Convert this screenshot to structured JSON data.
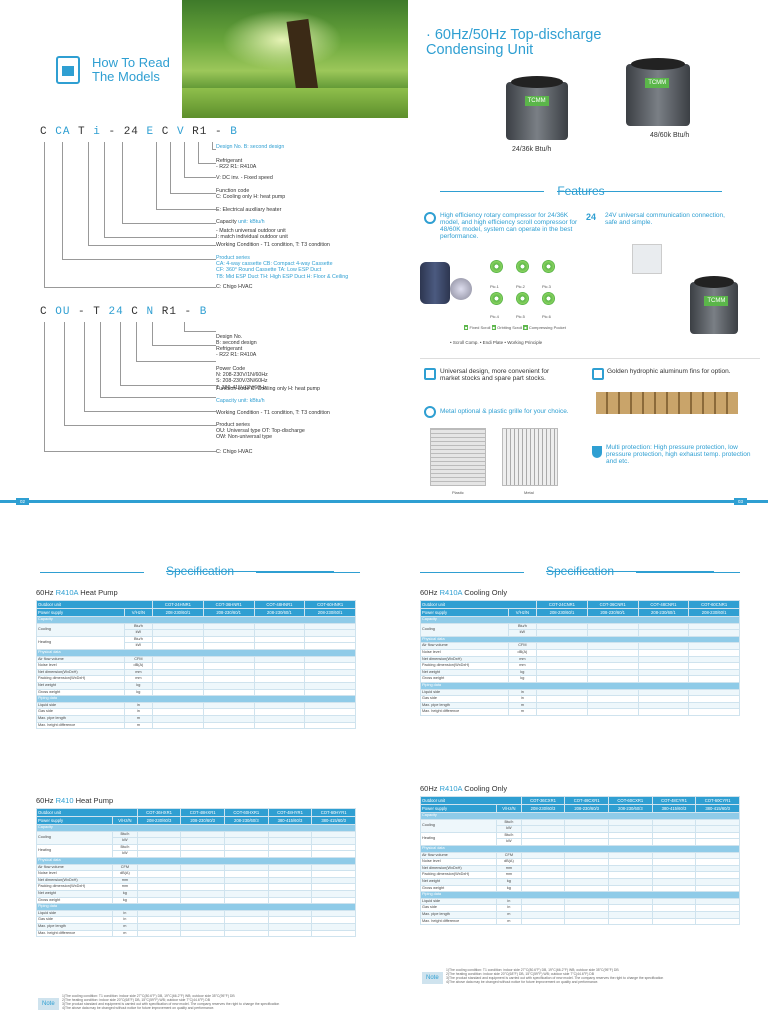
{
  "header": {
    "how_to_read": "How To Read\nThe Models",
    "title": "· 60Hz/50Hz Top-discharge\nCondensing Unit",
    "unit_small": "24/36k Btu/h",
    "unit_big": "48/60k Btu/h",
    "features_heading": "Features",
    "spec_heading": "Specification",
    "unit_logo": "TCMM"
  },
  "colors": {
    "accent": "#2f9fd2",
    "green": "#5bb64a"
  },
  "model1": {
    "code": [
      "C",
      "CA",
      "T",
      "i",
      "-",
      "24",
      "E",
      "C",
      "V",
      "R1",
      "-",
      "B"
    ],
    "items": [
      {
        "t": "Design No.",
        "d": "B: second design"
      },
      {
        "t": "Refrigerant",
        "d": "- R22   R1: R410A"
      },
      {
        "t": "",
        "d": "V: DC inv.    - Fixed speed"
      },
      {
        "t": "Function code",
        "d": "C: Cooling only  H: heat pump"
      },
      {
        "t": "",
        "d": "E: Electrical auxiliary heater"
      },
      {
        "t": "Capacity",
        "d": "unit: kBtu/h"
      },
      {
        "t": "",
        "d": "- Match universal outdoor unit\nI: match individual outdoor unit"
      },
      {
        "t": "Working Condition",
        "d": "- T1 condition, T: T3 condition"
      },
      {
        "t": "Product series",
        "d": "CA: 4-way cassette  CB: Compact 4-way Cassette\nCF: 360° Round Cassette  TA: Low ESP Duct\nTB: Mid ESP Duct  TH: High ESP Duct  H: Floor & Ceiling"
      },
      {
        "t": "",
        "d": "C: Chigo HVAC"
      }
    ]
  },
  "model2": {
    "code": [
      "C",
      "OU",
      "-",
      "T",
      "24",
      "C",
      "N",
      "R1",
      "-",
      "B"
    ],
    "items": [
      {
        "t": "Design No.",
        "d": "B: second design"
      },
      {
        "t": "Refrigerant",
        "d": "- R22   R1: R410A"
      },
      {
        "t": "Power Code",
        "d": "N: 208-230V/1N/60Hz\nS: 208-230V/3N/60Hz\nT: 380-415V/3N/60Hz"
      },
      {
        "t": "Function code",
        "d": "C: Cooling only  H: heat pump"
      },
      {
        "t": "Capacity",
        "d": "unit: kBtu/h"
      },
      {
        "t": "Working Condition",
        "d": "- T1 condition, T: T3 condition"
      },
      {
        "t": "Product series",
        "d": "OU: Universal type  OT: Top-discharge\nOW: Non-universal type"
      },
      {
        "t": "",
        "d": "C: Chigo HVAC"
      }
    ]
  },
  "features": [
    {
      "text": "High efficiency rotary compressor for 24/36K model, and high efficiency scroll compressor for 48/60K model, system can operate in the best performance."
    },
    {
      "text": "24V universal communication connection, safe and simple."
    },
    {
      "text": "Universal design, more convenient for market stocks and spare part stocks."
    },
    {
      "text": "Golden hydrophic aluminum fins for option."
    },
    {
      "text": "Metal optional & plastic grille for your choice."
    },
    {
      "text": "Multi protection: High pressure protection, low pressure protection, high exhaust temp. protection and etc."
    }
  ],
  "scroll": {
    "pics": [
      "Pic.1",
      "Pic.2",
      "Pic.3",
      "Pic.4",
      "Pic.5",
      "Pic.6"
    ],
    "legend": [
      "Fixed Scroll",
      "Orbiting Scroll",
      "Compressing Pocket"
    ],
    "caption": "• Scroll Comp.  • Endi Plate  • Working Principle"
  },
  "grille": {
    "plastic": "Plastic",
    "metal": "Metal"
  },
  "pages": {
    "left": "02",
    "right": "03"
  },
  "tables": [
    {
      "title_pre": "60Hz ",
      "title_ref": "R410A",
      "title_post": " Heat Pump",
      "models": [
        "COT-24HNR1",
        "COT-36HNR1",
        "COT-48HNR1",
        "COT-60HNR1"
      ],
      "power": [
        "208-230/60/1",
        "208-230/60/1",
        "208-230/60/1",
        "208-230/60/1"
      ]
    },
    {
      "title_pre": "60Hz ",
      "title_ref": "R410A",
      "title_post": " Cooling Only",
      "models": [
        "COT-24CNR1",
        "COT-36CNR1",
        "COT-48CNR1",
        "COT-60CNR1"
      ],
      "power": [
        "208-230/60/1",
        "208-230/60/1",
        "208-230/60/1",
        "208-230/60/1"
      ]
    },
    {
      "title_pre": "60Hz ",
      "title_ref": "R410",
      "title_post": " Heat Pump",
      "models": [
        "COT-36HXR1",
        "COT-48HXR1",
        "COT-60HXR1",
        "COT-48HYR1",
        "COT-60HYR1"
      ],
      "power": [
        "208-230/60/3",
        "208-230/60/3",
        "208-230/60/3",
        "380-415/60/3",
        "380-415/60/3"
      ]
    },
    {
      "title_pre": "60Hz ",
      "title_ref": "R410A",
      "title_post": " Cooling Only",
      "models": [
        "COT-36CXR1",
        "COT-48CXR1",
        "COT-60CXR1",
        "COT-48CYR1",
        "COT-60CYR1"
      ],
      "power": [
        "208-230/60/3",
        "208-230/60/3",
        "208-230/60/3",
        "380-415/60/3",
        "380-415/60/3"
      ]
    }
  ],
  "table_labels": {
    "outdoor": "Outdoor unit",
    "power": "Power supply",
    "vhzph": "V/Hz/N",
    "capacity": "Capacity",
    "cooling": "Cooling",
    "heating": "Heating",
    "physical": "Physical data",
    "air": "Air flow volume",
    "noise": "Noise level",
    "net_dim": "Net dimension(WxDxH)",
    "pack_dim": "Packing dimension(WxDxH)",
    "net_w": "Net weight",
    "gross_w": "Gross weight",
    "piping": "Piping data",
    "liquid": "Liquid side",
    "gas": "Gas side",
    "max_len": "Max. pipe length",
    "max_h": "Max. height difference",
    "u_btu": "Btu/h",
    "u_kw": "kW",
    "u_cfm": "CFM",
    "u_db": "dB(A)",
    "u_mm": "mm",
    "u_kg": "kg",
    "u_in": "in",
    "u_m": "m"
  },
  "note": {
    "label": "Note",
    "lines": [
      "1)The cooling condition: T1 condition: indoor side 27°C(80.6°F) DB, 19°C(66.2°F) WB; outdoor side 35°C(95°F) DB",
      "2)The heating condition: indoor side 20°C(68°F) DB, 15°C(59°F) WB; outdoor side 7°C(44.6°F) DB",
      "3)The product standard and equipment is carried out with specification of new model. The company reserves the right to change the specification",
      "4)The above data may be changed without notice for future improvement on quality and performance."
    ]
  }
}
